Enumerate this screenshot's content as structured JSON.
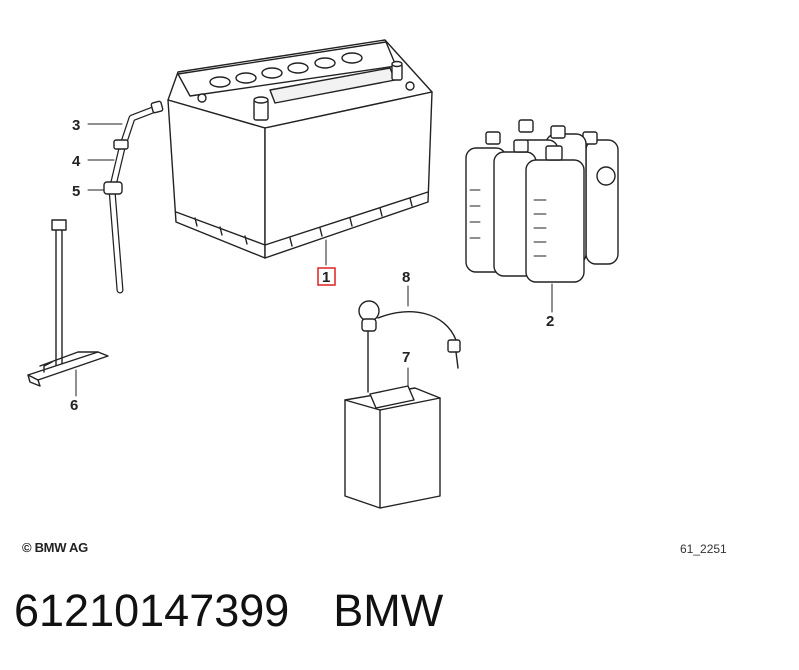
{
  "callouts": {
    "c1": "1",
    "c2": "2",
    "c3": "3",
    "c4": "4",
    "c5": "5",
    "c6": "6",
    "c7": "7",
    "c8": "8"
  },
  "highlight_color": "#e03030",
  "footer": {
    "copyright": "© BMW AG",
    "diagram_code": "61_2251"
  },
  "caption": {
    "part_number": "61210147399",
    "brand": "BMW"
  }
}
